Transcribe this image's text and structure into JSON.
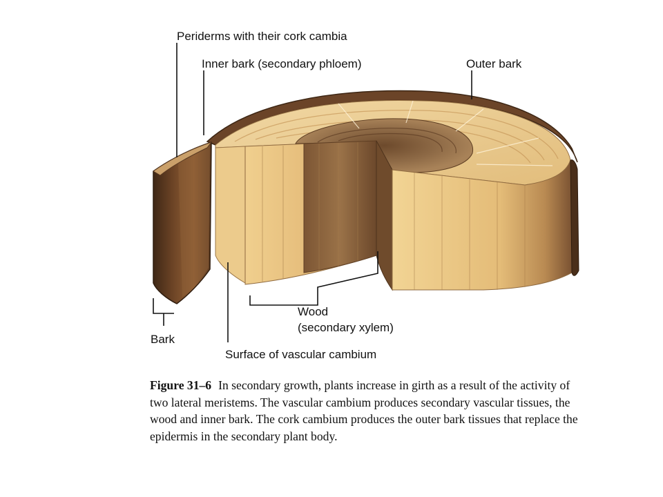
{
  "labels": {
    "periderms": "Periderms with their cork cambia",
    "inner_bark": "Inner bark (secondary phloem)",
    "outer_bark": "Outer bark",
    "wood_line1": "Wood",
    "wood_line2": "(secondary xylem)",
    "bark": "Bark",
    "vascular_cambium": "Surface of vascular cambium"
  },
  "caption": {
    "figure_label": "Figure 31–6",
    "text": "In secondary growth, plants increase in girth as a result of the activity of two lateral meristems. The vascular cambium produces secondary vascular tissues, the wood and inner bark. The cork cambium produces the outer bark tissues that replace the epidermis in the secondary plant body."
  },
  "colors": {
    "outer_bark": "#5a3a22",
    "inner_bark": "#8a5a32",
    "sapwood": "#e8c88c",
    "heartwood": "#8f6a45"
  }
}
